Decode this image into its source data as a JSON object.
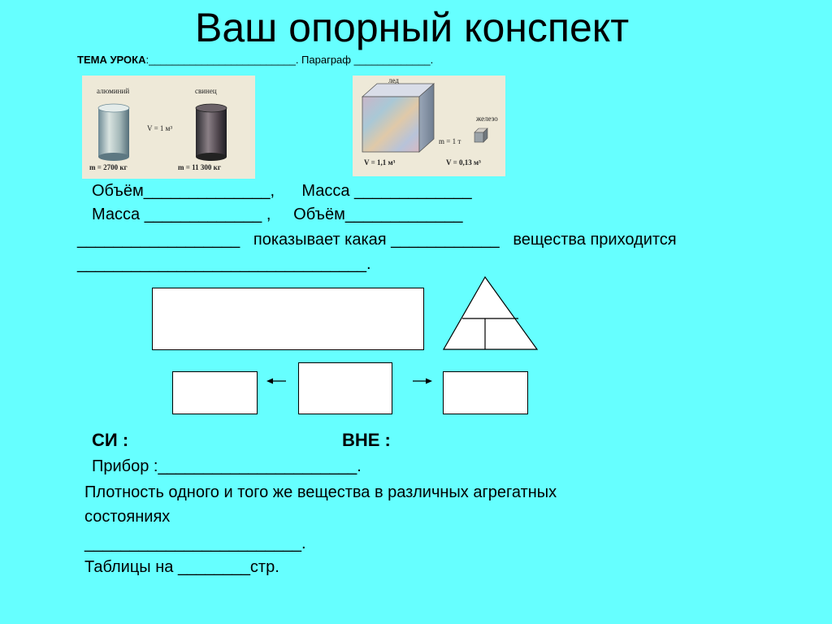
{
  "slide": {
    "title": "Ваш опорный конспект",
    "topic_label": "ТЕМА УРОКА",
    "topic_rest": ":_________________________. Параграф _____________."
  },
  "photos": {
    "left": {
      "label_1": "алюминий",
      "label_2": "свинец",
      "volume": "V = 1 м³",
      "mass_1": "m = 2700 кг",
      "mass_2": "m = 11 300 кг"
    },
    "right": {
      "label_1": "лед",
      "label_2": "железо",
      "mass": "m = 1 т",
      "volume_1": "V = 1,1 м³",
      "volume_2": "V = 0,13 м³"
    }
  },
  "text": {
    "row1": "Объём______________,      Масса _____________",
    "row2": "Масса _____________ ,     Объём_____________",
    "row3": "__________________   показывает какая ____________   вещества приходится",
    "row4": "________________________________.",
    "si": "СИ :",
    "vne": "ВНЕ :",
    "device": "Прибор :______________________.",
    "density_1": "Плотность одного и того же вещества в различных агрегатных",
    "density_2": "состояниях",
    "density_3": "________________________.",
    "tables": "Таблицы на ________стр."
  },
  "colors": {
    "background": "#66ffff",
    "box_fill": "#ffffff"
  }
}
